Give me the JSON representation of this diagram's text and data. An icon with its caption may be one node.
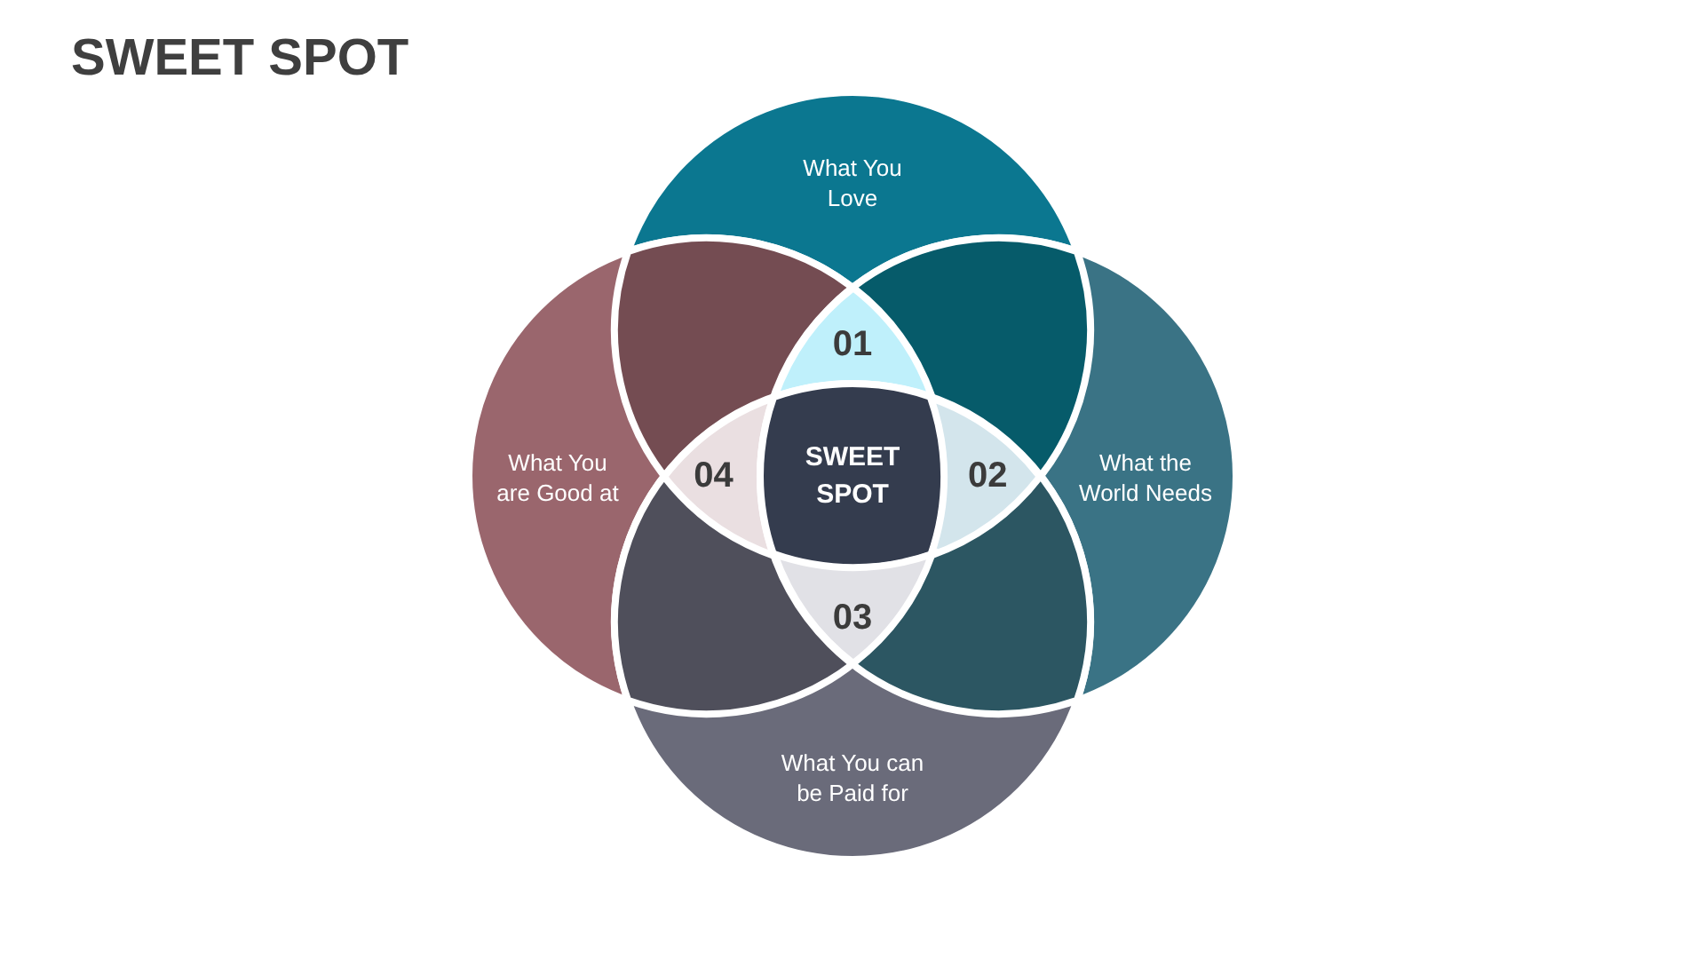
{
  "diagram": {
    "title": "SWEET SPOT",
    "nodes": [
      {
        "text": [
          "What You Love"
        ]
      },
      {
        "text": [],
        "shape": "lens"
      },
      {
        "text": [],
        "shape": "lens"
      },
      {
        "text": [
          "01"
        ]
      },
      {
        "text": [
          "What You are Good at"
        ]
      },
      {
        "text": [
          "04"
        ]
      },
      {
        "text": [
          "SWEET SPOT"
        ]
      },
      {
        "text": [
          "02"
        ]
      },
      {
        "text": [
          "What the World Needs"
        ]
      },
      {
        "text": [
          "03"
        ]
      },
      {
        "text": [],
        "shape": "lens"
      },
      {
        "text": [],
        "shape": "lens"
      },
      {
        "text": [
          "What You can be Paid for"
        ]
      }
    ]
  }
}
